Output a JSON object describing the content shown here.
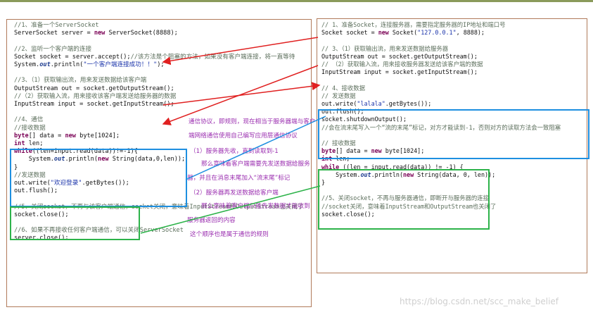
{
  "server": {
    "c1": "//1、准备一个ServerSocket",
    "l1a": "ServerSocket server = ",
    "l1b": "new",
    "l1c": " ServerSocket(8888);",
    "c2": "//2、监听一个客户端的连接",
    "l2a": "Socket socket = server.accept();",
    "l2b": "//该方法是个阻塞的方法，如果没有客户端连接，将一直等待",
    "l3a": "System.",
    "l3b": "out",
    "l3c": ".println(",
    "l3d": "\"一个客户端连接成功！！\"",
    "l3e": ");",
    "c3": "//3、（1）获取输出流，用来发送数据给该客户端",
    "l4": "OutputStream out = socket.getOutputStream();",
    "c4": "//（2）获取输入流，用来接收该客户端发送给服务器的数据",
    "l5": "InputStream input = socket.getInputStream();",
    "c5": "//4、通信",
    "r1": "//接收数据",
    "r2a": "byte",
    "r2b": "[] data = ",
    "r2c": "new",
    "r2d": " byte[1024];",
    "r3a": "int",
    "r3b": " len;",
    "r4a": "while",
    "r4b": "((len=input.read(data))!=-1){",
    "r5a": "    System.",
    "r5b": "out",
    "r5c": ".println(",
    "r5d": "new",
    "r5e": " String(data,0,len));",
    "r6": "}",
    "s1": "//发送数据",
    "s2a": "out.write(",
    "s2b": "\"欢迎登录\"",
    "s2c": ".getBytes());",
    "s3": "out.flush();",
    "c6": "//5、关闭socket，不再与该客户端通信，socket关闭，意味着InputStream和OutputStream也关闭了",
    "l6": "socket.close();",
    "c7": "//6、如果不再接收任何客户端通信，可以关闭ServerSocket",
    "l7": "server.close();"
  },
  "client": {
    "c1": "// 1、准备Socket，连接服务器，需要指定服务器的IP地址和端口号",
    "l1a": "Socket socket = ",
    "l1b": "new",
    "l1c": " Socket(",
    "l1d": "\"127.0.0.1\"",
    "l1e": ", 8888);",
    "c2": "// 3、（1）获取输出流，用来发送数据给服务器",
    "l2": "OutputStream out = socket.getOutputStream();",
    "c3": "// （2）获取输入流，用来接收服务器发送给该客户端的数据",
    "l3": "InputStream input = socket.getInputStream();",
    "c4": "// 4、接收数据",
    "s1": "// 发送数据",
    "s2a": "out.write(",
    "s2b": "\"lalala\"",
    "s2c": ".getBytes());",
    "s3": "out.flush();",
    "s4": "socket.shutdownOutput();",
    "s5": "//会在流末尾写入一个“流的末尾”标记，对方才能读到-1，否则对方的读取方法会一致阻塞",
    "r1": "// 接收数据",
    "r2a": "byte",
    "r2b": "[] data = ",
    "r2c": "new",
    "r2d": " byte[1024];",
    "r3a": "int",
    "r3b": " len;",
    "r4a": "while",
    "r4b": " ((len = input.read(data)) != -1) {",
    "r5a": "    System.",
    "r5b": "out",
    "r5c": ".println(",
    "r5d": "new",
    "r5e": " String(data, 0, len));",
    "r6": "}",
    "c5": "//5、关闭socket，不再与服务器通信，即断开与服务器的连接",
    "c6": "//socket关闭，意味着InputStream和OutputStream也关闭了",
    "l5": "socket.close();"
  },
  "notes": [
    "通信协议，即规则，现在相当于服务器端与客户",
    "端网络通信使用自己编写应用层通信协议",
    "（1）服务器先收，直到读取到-1",
    "那么意味着客户端需要先发送数据给服务",
    "器，并且在消息末尾加入“流末尾”标记",
    "（2）服务器再发送数据给客户端",
    "那么意味着客户端只能先发数据才能收到",
    "服务器返回的内容",
    "这个顺序也是属于通信的规则"
  ],
  "watermark": "https://blog.csdn.net/scc_make_belief",
  "colors": {
    "arrow_red": "#e02020",
    "box_blue": "#1e8fe0",
    "box_green": "#2db34a",
    "note_purple": "#9b2fb0",
    "panel_border": "#b07a5a"
  }
}
